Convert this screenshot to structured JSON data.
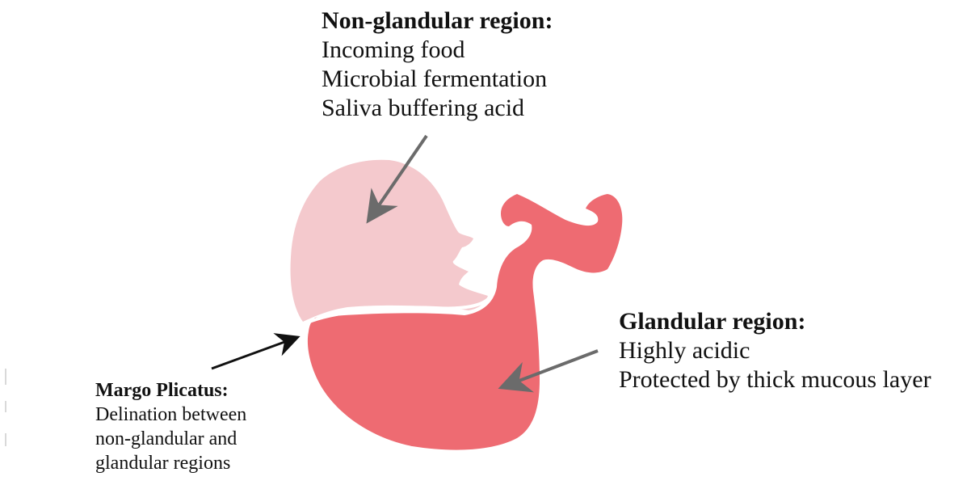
{
  "regions": {
    "non_glandular": {
      "heading": "Non-glandular region:",
      "lines": [
        "Incoming food",
        "Microbial fermentation",
        "Saliva buffering acid"
      ],
      "color": "#f4c9cd"
    },
    "glandular": {
      "heading": "Glandular region:",
      "lines": [
        "Highly acidic",
        "Protected by thick mucous layer"
      ],
      "color": "#ee6b72"
    },
    "margo_plicatus": {
      "heading": "Margo Plicatus:",
      "lines": [
        "Delination between",
        "non-glandular and",
        "glandular regions"
      ]
    }
  },
  "colors": {
    "arrow_gray": "#6b6b6b",
    "arrow_black": "#111111",
    "text": "#111111"
  }
}
